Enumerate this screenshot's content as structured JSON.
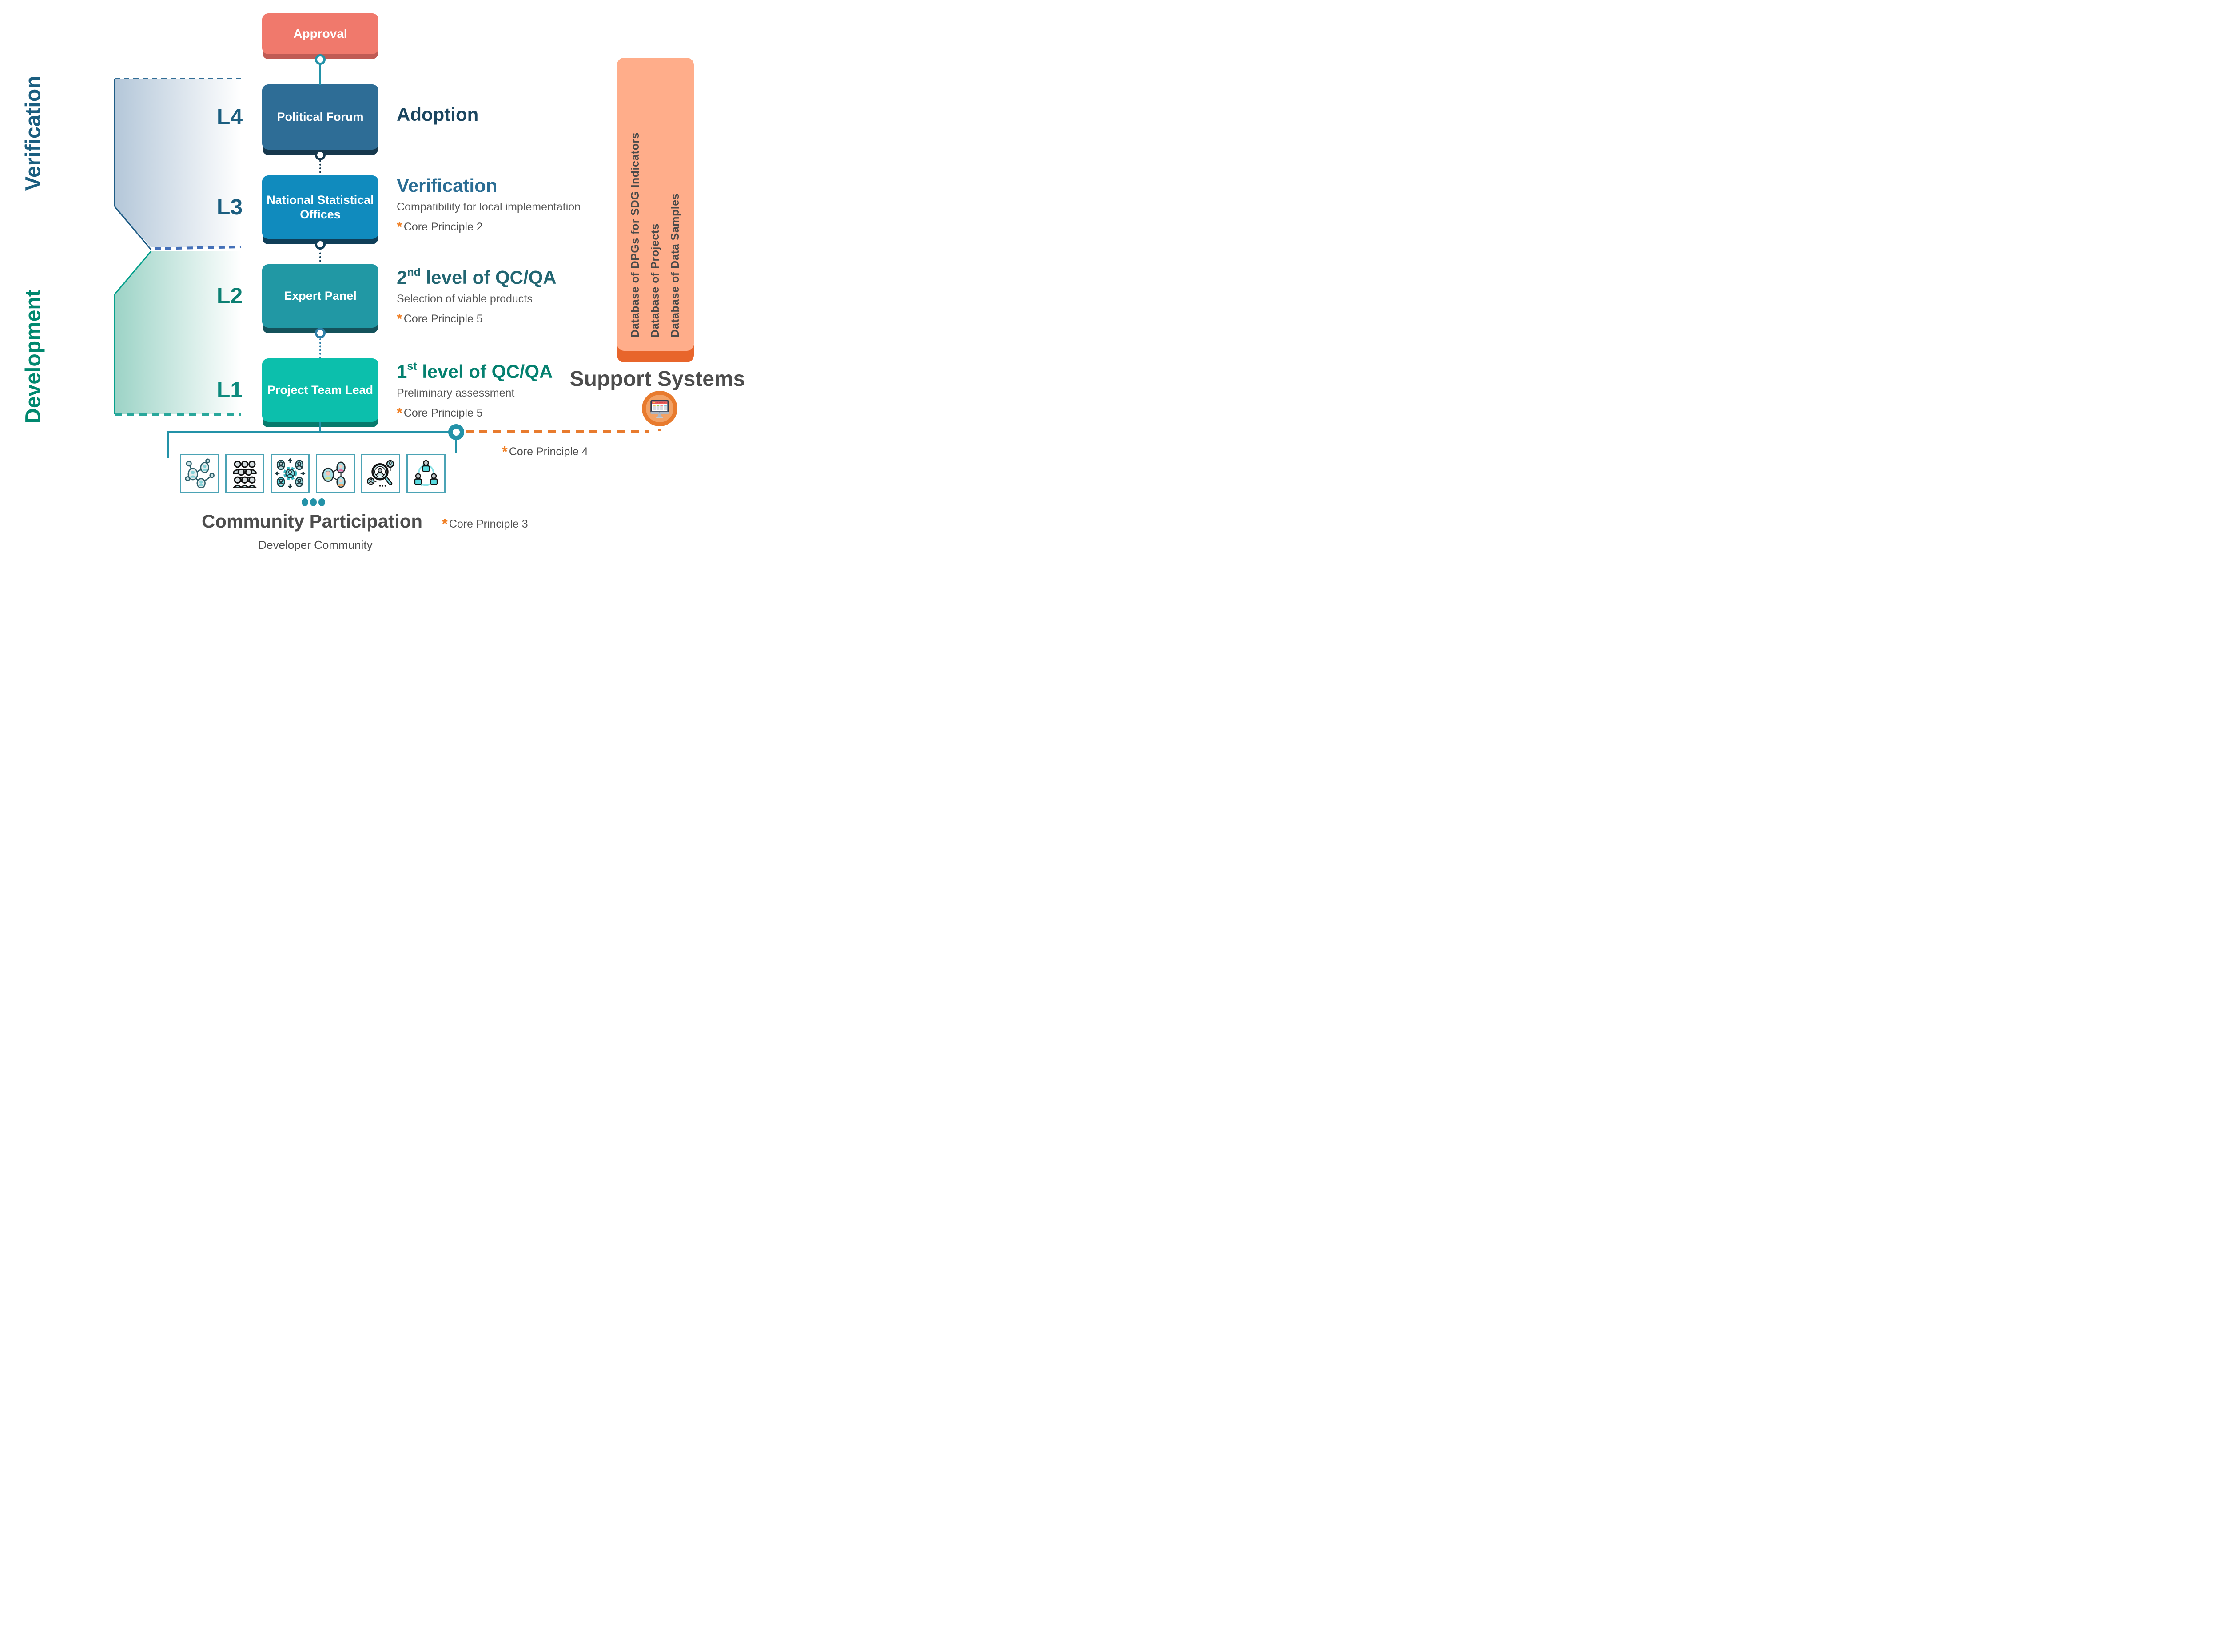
{
  "colors": {
    "accent_teal": "#2392A8",
    "orange_connector": "#E87B2E",
    "asterisk_orange": "#F08026",
    "approval_box": "#F0796C",
    "l4_box": "#2E6D96",
    "l3_box": "#108BBE",
    "l2_box": "#2198A4",
    "l1_box": "#0CBFAC",
    "db_panel": "#FFAD8A",
    "db_panel_base": "#E8652B",
    "text_gray": "#4D4D4D"
  },
  "asterisk": "*",
  "flow": {
    "approval": {
      "label": "Approval"
    },
    "levels": [
      {
        "tag": "L4",
        "box_label": "Political Forum",
        "heading": "Adoption"
      },
      {
        "tag": "L3",
        "box_label": "National Statistical Offices",
        "heading": "Verification",
        "sub": "Compatibility for local implementation",
        "core": "Core Principle 2"
      },
      {
        "tag": "L2",
        "box_label": "Expert Panel",
        "heading_num": "2",
        "heading_sup": "nd",
        "heading_rest": "level of QC/QA",
        "sub": "Selection of viable products",
        "core": "Core Principle 5"
      },
      {
        "tag": "L1",
        "box_label": "Project Team Lead",
        "heading_num": "1",
        "heading_sup": "st",
        "heading_rest": "level of QC/QA",
        "sub": "Preliminary assessment",
        "core": "Core Principle 5"
      }
    ]
  },
  "phases": {
    "verification": "Verification",
    "development": "Development"
  },
  "support": {
    "databases": [
      "Database of DPGs for SDG Indicators",
      "Database of Projects",
      "Database of Data Samples"
    ],
    "title": "Support Systems",
    "core": "Core Principle 4",
    "icon": "monitor-dashboard-icon"
  },
  "community": {
    "title": "Community Participation",
    "core": "Core Principle 3",
    "subtitle": "Developer Community",
    "icons": [
      "network-people-icon",
      "crowd-icon",
      "gear-collaboration-icon",
      "linked-avatars-icon",
      "people-search-icon",
      "people-cycle-icon"
    ]
  }
}
